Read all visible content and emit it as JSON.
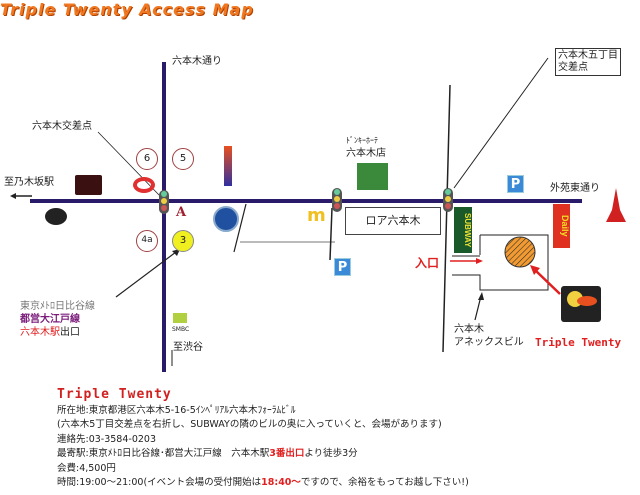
{
  "title": "Triple Twenty  Access Map",
  "labels": {
    "roppongi_dori": "六本木通り",
    "roppongi_crossing": "六本木交差点",
    "to_nogizaka": "至乃木坂駅",
    "to_shibuya": "至渋谷",
    "donki_1": "ﾄﾞﾝｷｰﾎｰﾃ",
    "donki_2": "六本木店",
    "go_chome_1": "六本木五丁目",
    "go_chome_2": "交差点",
    "gaien": "外苑東通り",
    "roa": "ロア六本木",
    "entrance": "入口",
    "annex_1": "六本木",
    "annex_2": "アネックスビル",
    "venue": "Triple Twenty",
    "line_hibiya": "東京ﾒﾄﾛ日比谷線",
    "line_oedo": "都営大江戸線",
    "station_exit_a": "六本木駅",
    "station_exit_b": "出口",
    "smbc": "SMBC",
    "subway": "SUBWAY",
    "daily": "Daily",
    "parking": "P"
  },
  "exits": [
    "6",
    "5",
    "4a",
    "3"
  ],
  "info": {
    "heading": "Triple Twenty",
    "address": "所在地:東京都港区六本木5-16-5ｲﾝﾍﾟﾘｱﾙ六本木ﾌｫｰﾗﾑﾋﾞﾙ",
    "directions": "(六本木5丁目交差点を右折し、SUBWAYの隣のビルの奥に入っていくと、会場があります)",
    "contact": "連絡先:03-3584-0203",
    "station_a": "最寄駅:東京ﾒﾄﾛ日比谷線･都営大江戸線　六本木駅",
    "station_b": "3番出口",
    "station_c": "より徒歩3分",
    "fee": "会費:4,500円",
    "time_a": "時間:19:00～21:00(イベント会場の受付開始は",
    "time_b": "18:40～",
    "time_c": "ですので、余裕をもってお越し下さい!)"
  },
  "colors": {
    "road": "#2a1a6a",
    "accent": "#e02020",
    "title": "#f07820"
  }
}
